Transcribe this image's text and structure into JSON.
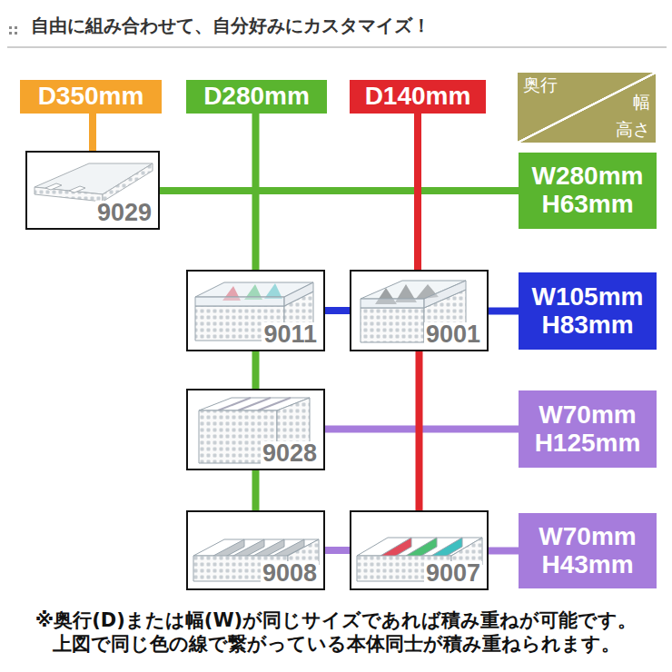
{
  "diagram": {
    "title": "自由に組み合わせて、自分好みにカスタマイズ！",
    "caption": "※奥行(D)または幅(W)が同じサイズであれば積み重ねが可能です。 上図で同じ色の線で繋がっている本体同士が積み重ねられます。",
    "nodes": [
      {
        "text": [
          "D350mm"
        ]
      },
      {
        "text": [
          "D280mm"
        ]
      },
      {
        "text": [
          "D140mm"
        ]
      },
      {
        "text": [
          "奥行",
          "幅",
          "高さ"
        ]
      },
      {
        "text": [
          "9029"
        ]
      },
      {
        "text": [
          "W280mm H63mm"
        ]
      },
      {
        "text": [
          "9011"
        ]
      },
      {
        "text": [
          "9001"
        ]
      },
      {
        "text": [
          "W105mm H83mm"
        ]
      },
      {
        "text": [
          "9028"
        ]
      },
      {
        "text": [
          "W70mm H125mm"
        ]
      },
      {
        "text": [
          "9008"
        ]
      },
      {
        "text": [
          "9007"
        ]
      },
      {
        "text": [
          "W70mm H43mm"
        ]
      }
    ],
    "edges": [
      {
        "from": 0,
        "to": 4,
        "arrow": "none"
      },
      {
        "from": 4,
        "to": 5,
        "arrow": "none"
      },
      {
        "from": 1,
        "to": 6,
        "arrow": "none"
      },
      {
        "from": 2,
        "to": 7,
        "arrow": "none"
      },
      {
        "from": 6,
        "to": 7,
        "arrow": "none"
      },
      {
        "from": 7,
        "to": 8,
        "arrow": "none"
      },
      {
        "from": 6,
        "to": 9,
        "arrow": "none"
      },
      {
        "from": 9,
        "to": 10,
        "arrow": "none"
      },
      {
        "from": 9,
        "to": 11,
        "arrow": "none"
      },
      {
        "from": 7,
        "to": 12,
        "arrow": "none"
      },
      {
        "from": 11,
        "to": 12,
        "arrow": "none"
      },
      {
        "from": 12,
        "to": 13,
        "arrow": "none"
      }
    ]
  }
}
